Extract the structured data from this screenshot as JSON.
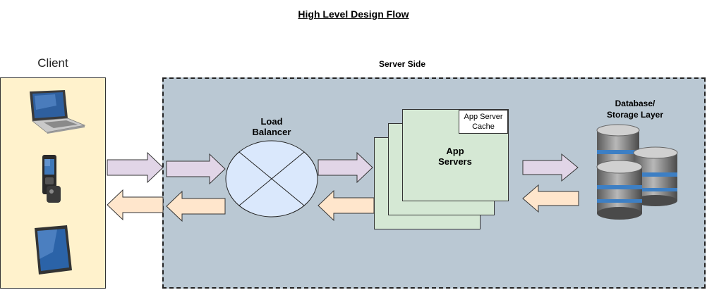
{
  "title": "High Level Design Flow",
  "client": {
    "label": "Client"
  },
  "server": {
    "label": "Server Side"
  },
  "load_balancer": {
    "label_line1": "Load",
    "label_line2": "Balancer"
  },
  "app_servers": {
    "label_line1": "App",
    "label_line2": "Servers",
    "cache_line1": "App Server",
    "cache_line2": "Cache"
  },
  "database": {
    "label_line1": "Database/",
    "label_line2": "Storage Layer"
  },
  "colors": {
    "client_bg": "#fff2cc",
    "server_bg": "#bac8d3",
    "request_arrow": "#e1d5e7",
    "response_arrow": "#ffe6cc",
    "app_server": "#d5e8d4",
    "load_balancer": "#dae8fc"
  }
}
